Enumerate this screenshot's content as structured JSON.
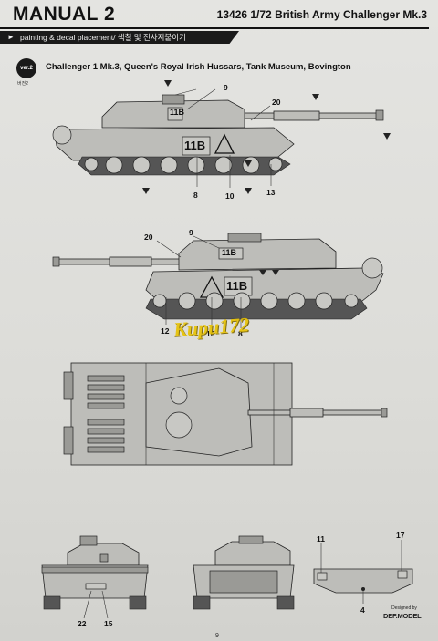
{
  "header": {
    "title": "MANUAL 2",
    "product": "13426 1/72 British Army Challenger Mk.3"
  },
  "subheader": {
    "label": "painting & decal placement/ 색칠 및 전사지붙이기"
  },
  "version": {
    "badge": "ver.2",
    "korean": "버전2"
  },
  "caption": "Challenger 1 Mk.3, Queen's Royal Irish Hussars, Tank Museum, Bovington",
  "hull_marking": "11B",
  "views": {
    "side_left": {
      "callouts": [
        "9",
        "20",
        "8",
        "10",
        "13"
      ]
    },
    "side_right": {
      "callouts": [
        "9",
        "20",
        "12",
        "10",
        "8"
      ]
    },
    "front": {
      "callouts": [
        "22",
        "15"
      ]
    },
    "rear_plate": {
      "callouts": [
        "11",
        "17",
        "4"
      ]
    }
  },
  "watermark": "Kupu172",
  "credit": {
    "designed_by": "Designed by",
    "brand": "DEF.MODEL"
  },
  "page_number": "9",
  "colors": {
    "header_bar": "#1a1a1a",
    "tank_body": "#bdbdb9",
    "watermark": "#e8c200"
  }
}
